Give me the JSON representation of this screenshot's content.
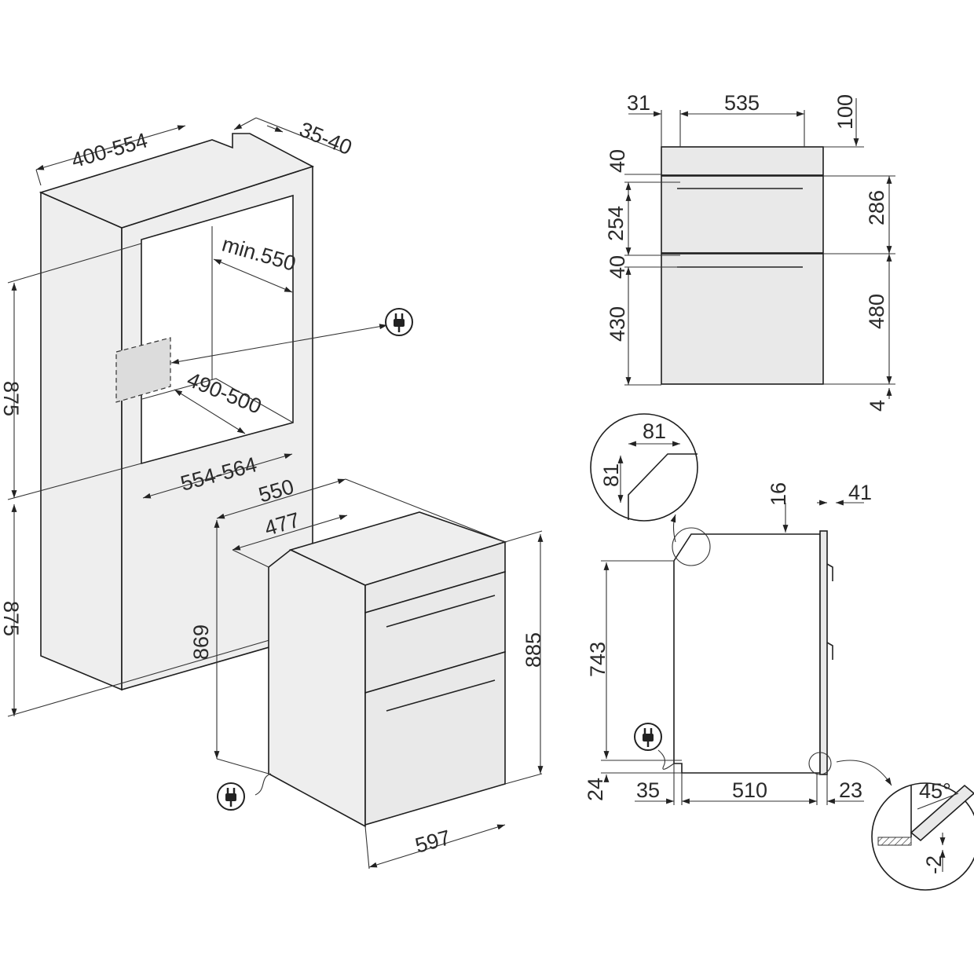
{
  "cabinet": {
    "width_range": "400-554",
    "top_depth": "35-40",
    "niche_depth": "min.550",
    "niche_height": "490-500",
    "niche_width": "554-564",
    "height_upper": "875",
    "height_lower": "875"
  },
  "appliance": {
    "depth_total": "550",
    "depth_body": "477",
    "height_body": "869",
    "height_total": "885",
    "width": "597"
  },
  "front_view": {
    "left_offset": "31",
    "inner_width": "535",
    "top_gap": "100",
    "panel_height": "40",
    "upper_cavity": "254",
    "mid_panel": "40",
    "lower_cavity": "430",
    "upper_door": "286",
    "lower_door": "480",
    "bottom_gap": "4"
  },
  "side_view": {
    "detail_h": "81",
    "detail_v": "81",
    "top_step": "16",
    "door_depth": "41",
    "height": "743",
    "base": "24",
    "rear": "35",
    "depth": "510",
    "front": "23",
    "angle": "45°",
    "offset": "-2"
  },
  "icons": [
    "plug-icon",
    "plug-icon",
    "plug-icon"
  ]
}
